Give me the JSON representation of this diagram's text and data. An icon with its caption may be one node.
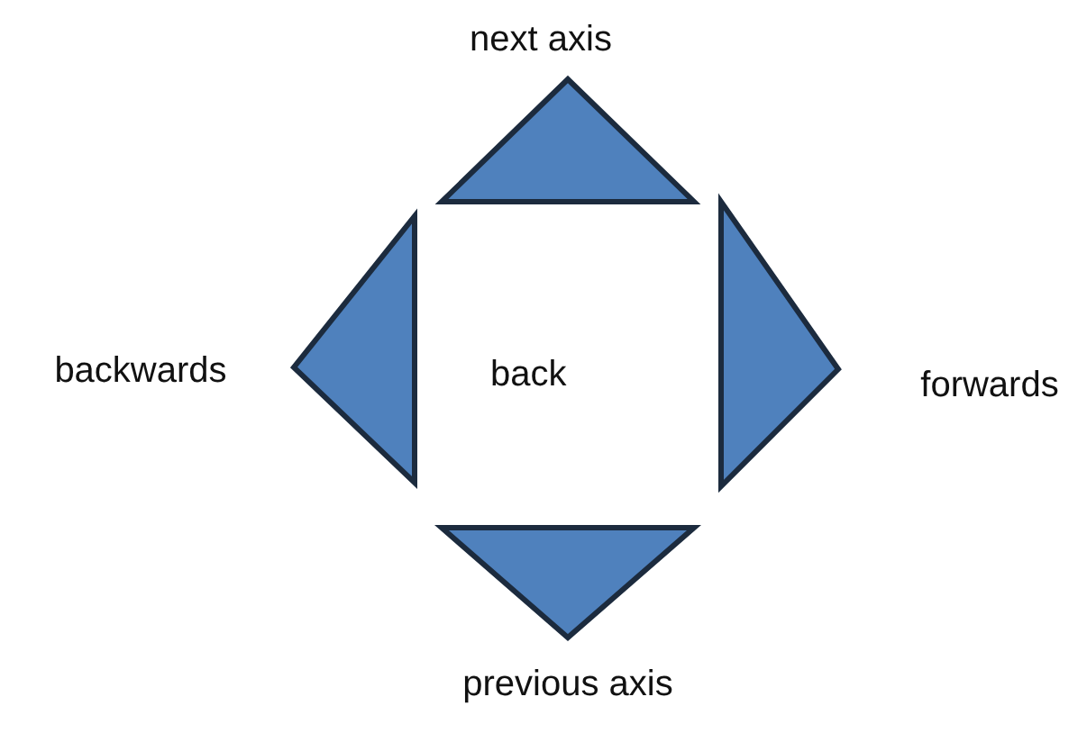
{
  "diagram": {
    "nodes": [
      {
        "text": [
          "next axis"
        ]
      },
      {
        "text": [
          "backwards"
        ]
      },
      {
        "text": [
          "forwards"
        ]
      },
      {
        "text": [
          "previous axis"
        ]
      }
    ],
    "labels": [
      "back"
    ]
  }
}
